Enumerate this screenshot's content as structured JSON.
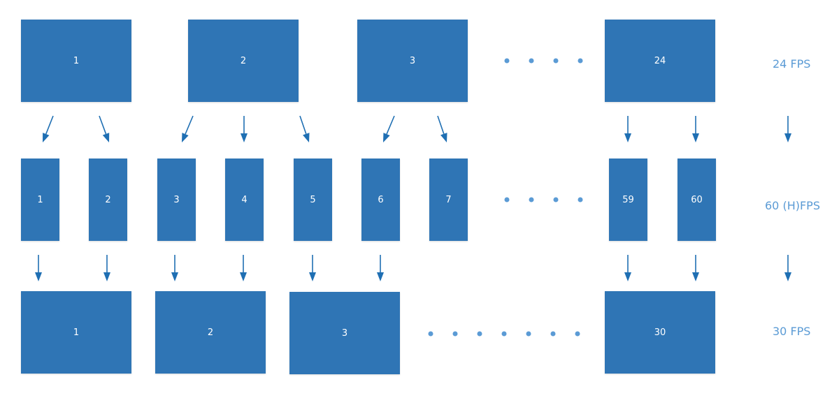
{
  "colors": {
    "frame": "#2f75b5",
    "arrow": "#1f6fb3",
    "label": "#5b9bd5",
    "dot": "#5b9bd5"
  },
  "rows": {
    "top": {
      "label": "24 FPS",
      "frames": [
        "1",
        "2",
        "3",
        "24"
      ]
    },
    "middle": {
      "label": "60 (H)FPS",
      "frames": [
        "1",
        "2",
        "3",
        "4",
        "5",
        "6",
        "7",
        "59",
        "60"
      ]
    },
    "bottom": {
      "label": "30 FPS",
      "frames": [
        "1",
        "2",
        "3",
        "30"
      ]
    }
  }
}
